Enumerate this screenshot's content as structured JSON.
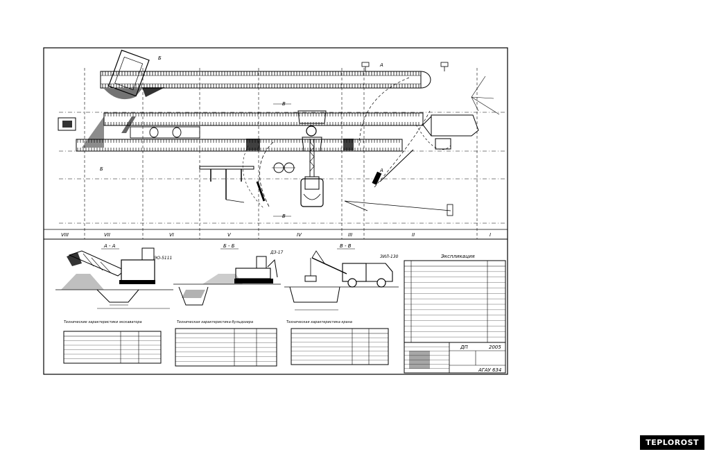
{
  "plan": {
    "section_cuts": {
      "aa": "А",
      "bb": "Б",
      "vv": "В"
    },
    "pickets": [
      "VIII",
      "VII",
      "VI",
      "V",
      "IV",
      "III",
      "II",
      "I"
    ]
  },
  "sections": {
    "aa": {
      "title": "А - А",
      "label": "ЭО-5111"
    },
    "bb": {
      "title": "Б - Б",
      "label": "ДЗ-17"
    },
    "vv": {
      "title": "В - В",
      "label": "ЗИЛ-130"
    }
  },
  "tables": {
    "excavator": {
      "caption": "Технические характеристики экскаватора"
    },
    "bulldozer": {
      "caption": "Техническая характеристика бульдозера"
    },
    "crane": {
      "caption": "Техническая характеристика крана"
    }
  },
  "legend": {
    "title": "Экспликация"
  },
  "stamp": {
    "code": "ДП",
    "year": "2005",
    "org": "АГАУ 634"
  },
  "watermark": "TEPLOROST"
}
